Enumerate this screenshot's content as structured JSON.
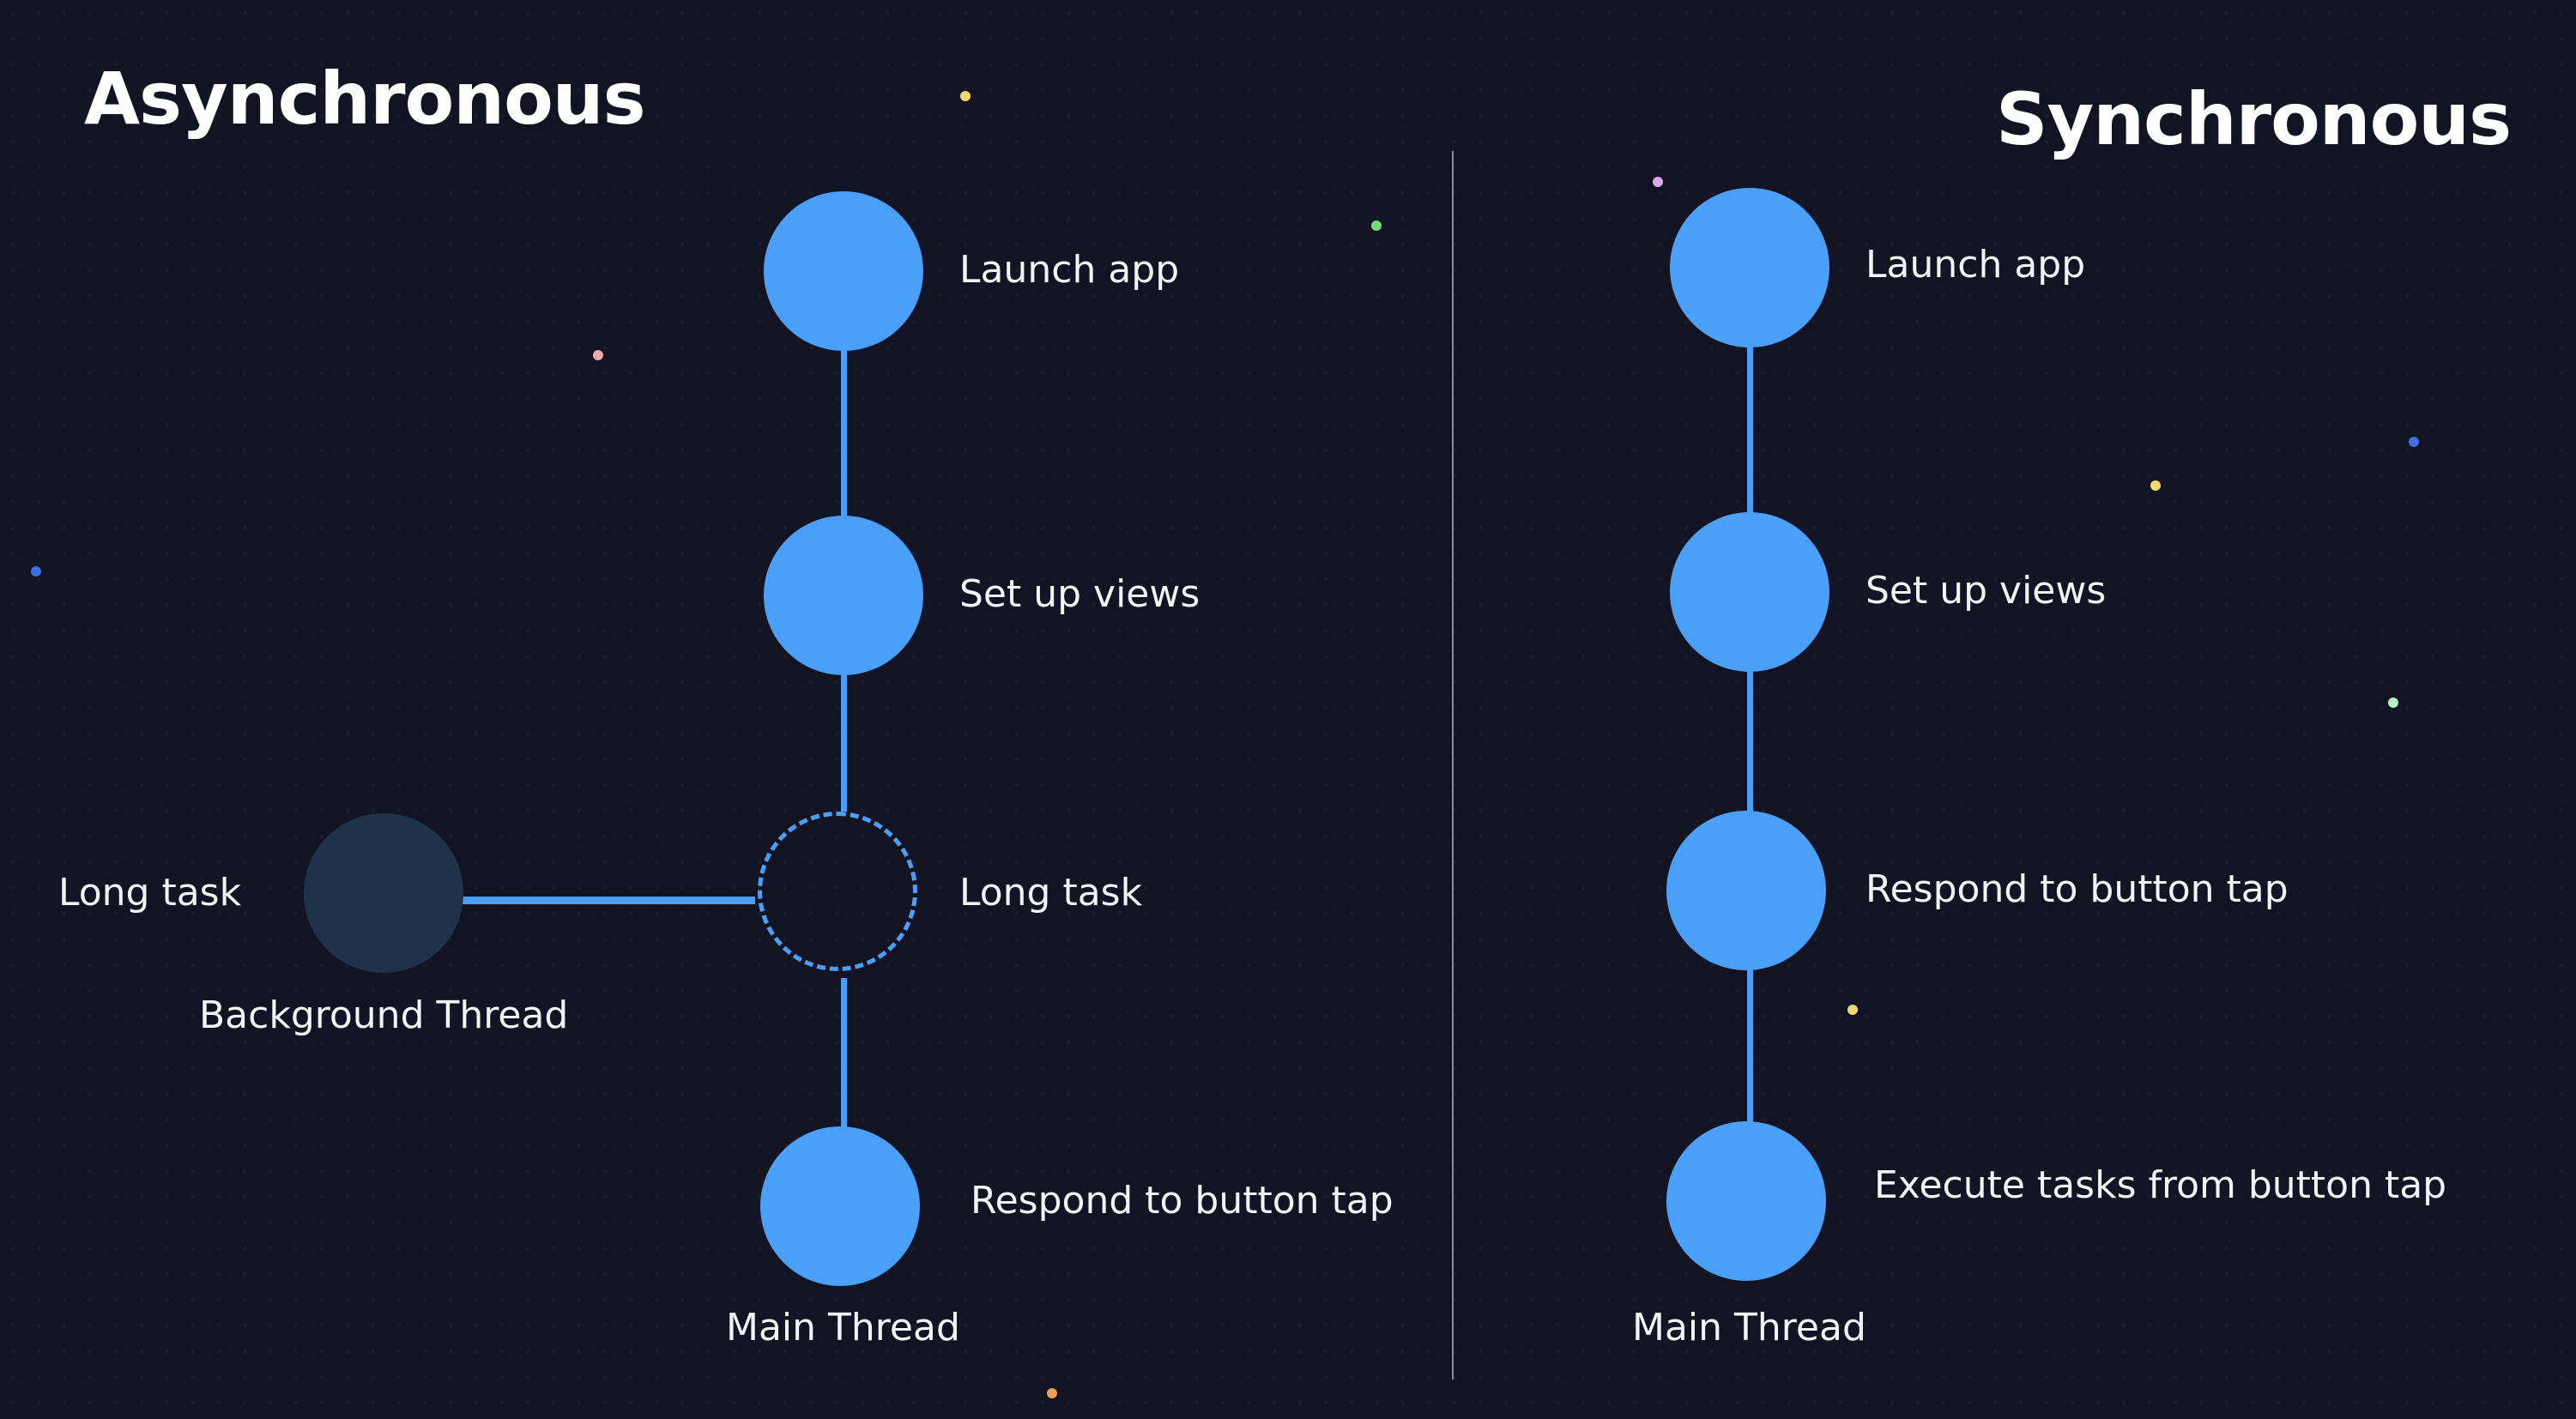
{
  "async_panel": {
    "title": "Asynchronous",
    "steps": {
      "launch": "Launch app",
      "setup": "Set up views",
      "long_task_main": "Long task",
      "respond": "Respond to button tap"
    },
    "background": {
      "task_label": "Long task",
      "thread_label": "Background Thread"
    },
    "thread_label": "Main Thread"
  },
  "sync_panel": {
    "title": "Synchronous",
    "steps": {
      "launch": "Launch app",
      "setup": "Set up views",
      "respond": "Respond to button tap",
      "execute": "Execute tasks from button tap"
    },
    "thread_label": "Main Thread"
  },
  "colors": {
    "background": "#121423",
    "node": "#4aa0f8",
    "background_thread_node": "#1e3349",
    "connector": "#4aa0f8",
    "divider": "#8a8d99",
    "text": "#ffffff"
  }
}
